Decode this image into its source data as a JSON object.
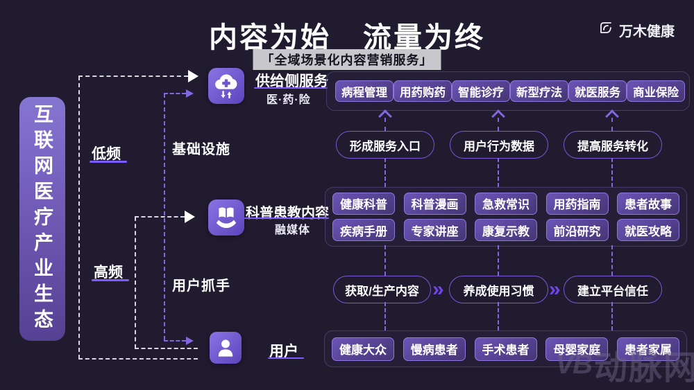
{
  "header": {
    "title_part1": "内容为始",
    "title_part2": "流量为终",
    "subtitle": "「全域场景化内容营销服务」",
    "brand": "万木健康"
  },
  "sidebar": {
    "label": "互联网医疗产业生态"
  },
  "frequency": {
    "low": "低频",
    "high": "高频"
  },
  "layers": {
    "supply": {
      "name": "供给侧服务",
      "tag": "医·药·险",
      "row_label": "基础设施",
      "items": [
        "病程管理",
        "用药购药",
        "智能诊疗",
        "新型疗法",
        "就医服务",
        "商业保险"
      ]
    },
    "funnel": {
      "pills": [
        "形成服务入口",
        "用户行为数据",
        "提高服务转化"
      ]
    },
    "content": {
      "name": "科普患教内容",
      "tag": "融媒体",
      "row_label": "用户抓手",
      "items_row1": [
        "健康科普",
        "科普漫画",
        "急救常识",
        "用药指南",
        "患者故事"
      ],
      "items_row2": [
        "疾病手册",
        "专家讲座",
        "康复示教",
        "前沿研究",
        "就医攻略"
      ]
    },
    "journey": {
      "pills": [
        "获取/生产内容",
        "养成使用习惯",
        "建立平台信任"
      ],
      "separator": "»"
    },
    "users": {
      "name": "用户",
      "items": [
        "健康大众",
        "慢病患者",
        "手术患者",
        "母婴家庭",
        "患者家属"
      ]
    }
  },
  "watermark": {
    "logo": "VB",
    "text": "动脉网"
  },
  "colors": {
    "background": "#201b2f",
    "accent_purple": "#7c5cff",
    "box_fill_top": "#6b55b6",
    "box_fill_bottom": "#463673",
    "box_border": "#9077e0",
    "pill_border": "#7a58d8",
    "dash_white": "#d8d7e2",
    "dash_purple": "#8467e0",
    "sidebar_top": "#8576d2",
    "sidebar_bottom": "#554192",
    "subtitle_bg": "#c8c8cc"
  }
}
